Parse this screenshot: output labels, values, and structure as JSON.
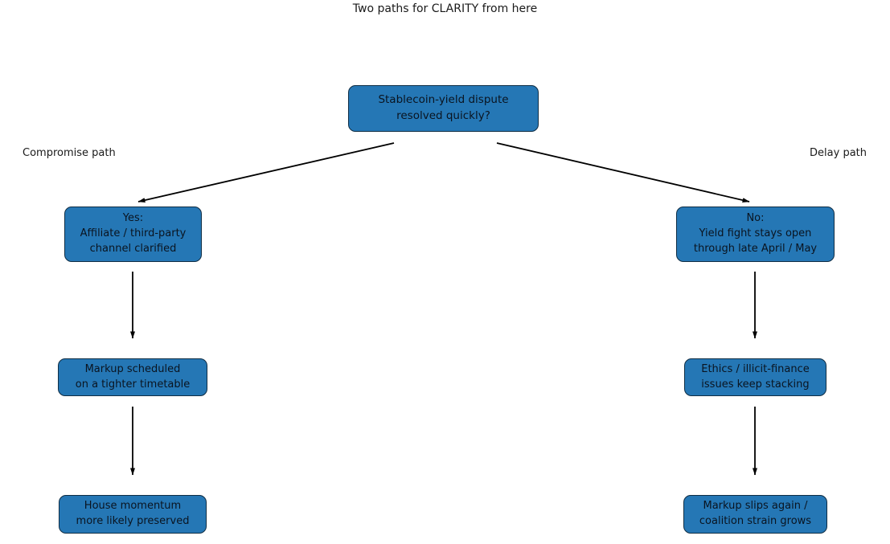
{
  "title": "Two paths for CLARITY from here",
  "branch_labels": {
    "left": "Compromise path",
    "right": "Delay path"
  },
  "nodes": {
    "root": "Stablecoin-yield dispute\nresolved quickly?",
    "yes": "Yes:\nAffiliate / third-party\nchannel clarified",
    "no": "No:\nYield fight stays open\nthrough late April / May",
    "left_mid": "Markup scheduled\non a tighter timetable",
    "right_mid": "Ethics / illicit-finance\nissues keep stacking",
    "left_bottom": "House momentum\nmore likely preserved",
    "right_bottom": "Markup slips again /\ncoalition strain grows"
  },
  "edges": [
    {
      "from": "root",
      "to": "yes"
    },
    {
      "from": "root",
      "to": "no"
    },
    {
      "from": "yes",
      "to": "left_mid"
    },
    {
      "from": "no",
      "to": "right_mid"
    },
    {
      "from": "left_mid",
      "to": "left_bottom"
    },
    {
      "from": "right_mid",
      "to": "right_bottom"
    }
  ],
  "colors": {
    "node_fill": "#2577b5",
    "node_border": "#0f2d44",
    "node_text": "#0a1420",
    "arrow": "#000000",
    "background": "#ffffff",
    "title_text": "#1a1a1a"
  }
}
